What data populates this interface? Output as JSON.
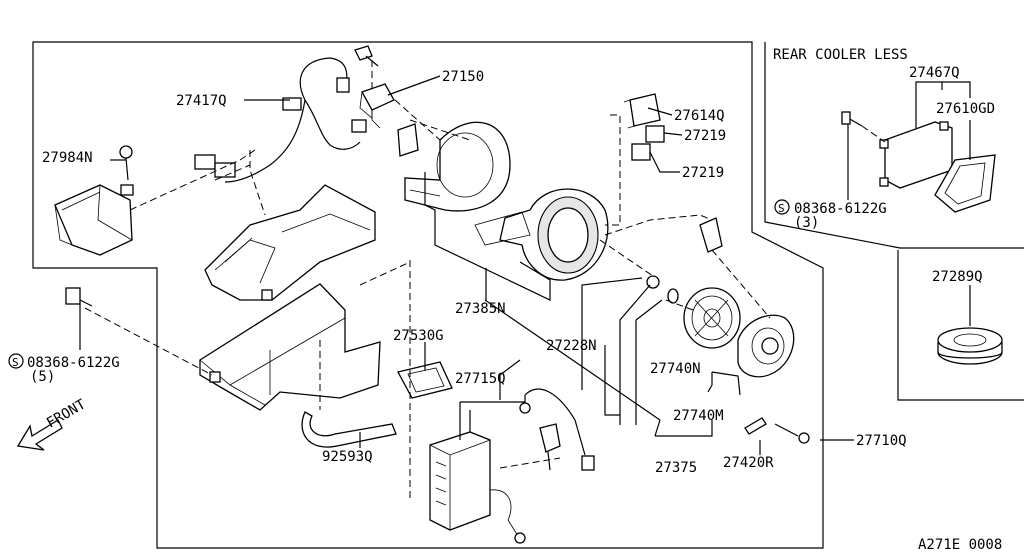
{
  "labels": {
    "p27150": "27150",
    "p27417q": "27417Q",
    "p27984n": "27984N",
    "p27614q": "27614Q",
    "p27219a": "27219",
    "p27219b": "27219",
    "p27385n": "27385N",
    "p27228n": "27228N",
    "p27530g": "27530G",
    "p27715q": "27715Q",
    "p27740n": "27740N",
    "p27740m": "27740M",
    "p27375": "27375",
    "p27420r": "27420R",
    "p27710q": "27710Q",
    "p92593q": "92593Q",
    "screw_main_code": "08368-6122G",
    "screw_main_qty": "(5)",
    "rear_cooler_title": "REAR COOLER LESS",
    "p27467q": "27467Q",
    "p27610gd": "27610GD",
    "screw_rear_code": "08368-6122G",
    "screw_rear_qty": "(3)",
    "p27289q": "27289Q",
    "front": "FRONT",
    "s_symbol": "S",
    "diagram_code": "A271E 0008"
  }
}
